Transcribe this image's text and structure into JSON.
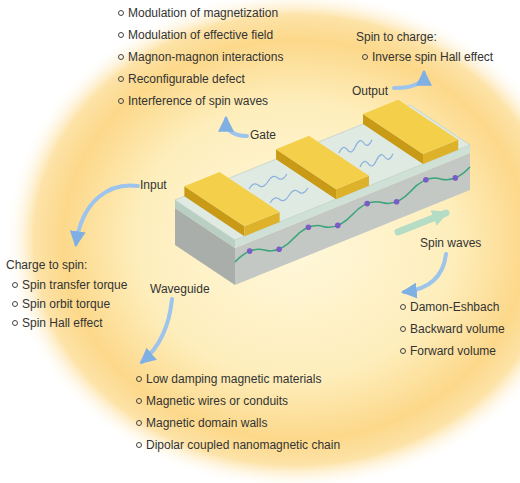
{
  "diagram": {
    "labels": [
      "Modulation of magnetization",
      "Modulation of effective field",
      "Magnon-magnon interactions",
      "Reconfigurable defect",
      "Interference of spin waves",
      "Spin to charge:",
      "Inverse spin Hall effect",
      "Output",
      "Gate",
      "Input",
      "Charge to spin:",
      "Spin transfer torque",
      "Spin orbit torque",
      "Spin Hall effect",
      "Waveguide",
      "Spin waves",
      "Damon-Eshbach",
      "Backward volume",
      "Forward volume",
      "Low damping magnetic materials",
      "Magnetic wires or conduits",
      "Magnetic domain walls",
      "Dipolar coupled nanomagnetic chain"
    ]
  }
}
